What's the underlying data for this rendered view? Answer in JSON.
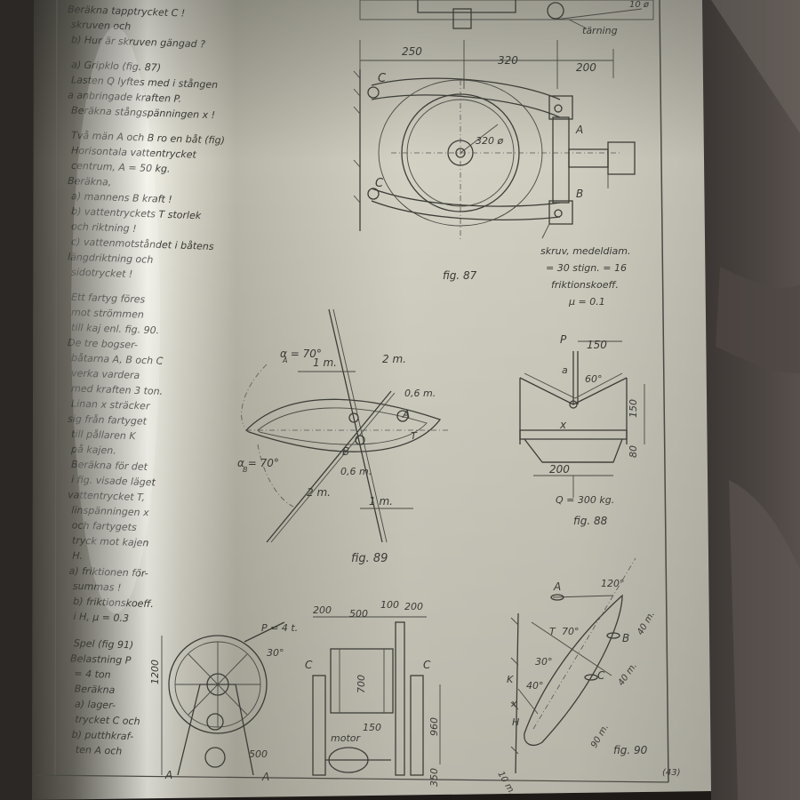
{
  "photo": {
    "subject": "Photograph of an open book page with hand-lettered Swedish engineering mechanics exercises and technical drawings"
  },
  "left_text": {
    "lines": [
      "Beräkna tapptrycket C !",
      "skruven och",
      "b) Hur är skruven gängad ?",
      "a) Gripklo (fig. 87)",
      "Lasten Q lyftes med i stången",
      "a anbringade kraften P.",
      "Beräkna stångspänningen x !",
      "Två män A och B ro en båt (fig)",
      "Horisontala vattentrycket",
      "centrum,        A = 50 kg.",
      "Beräkna,",
      "a) mannens B kraft !",
      "b) vattentryckets T storlek",
      "och riktning !",
      "c) vattenmotståndet i båtens",
      "längdriktning och",
      "sidotrycket !",
      "Ett fartyg föres",
      "mot strömmen",
      "till kaj enl. fig. 90.",
      "De tre bogser-",
      "båtarna A, B och C",
      "verka vardera",
      "med kraften 3 ton.",
      "Linan x sträcker",
      "sig från fartyget",
      "till pållaren K",
      "på kajen.",
      "Beräkna för det",
      "i fig. visade läget",
      "vattentrycket T,",
      "linspänningen x",
      "och fartygets",
      "tryck mot kajen",
      "H.",
      "a) friktionen för-",
      "summas !",
      "b) friktionskoeff.",
      "i H, μ = 0.3",
      "Spel (fig 91)",
      "Belastning P",
      "= 4 ton",
      "Beräkna",
      "a) lager-",
      "trycket C och",
      "b) putthkraf-",
      "ten A och"
    ]
  },
  "fig87": {
    "caption": "fig. 87",
    "dim_250": "250",
    "dim_320": "320",
    "dim_200": "200",
    "radius": "320 ø",
    "label_c_top": "C",
    "label_c_bottom": "C",
    "label_a": "A",
    "label_b": "B",
    "label_tarning": "tärning",
    "top_right": "10 ø",
    "note_1": "skruv, medeldiam.",
    "note_2": "= 30   stign. = 16",
    "note_3": "friktionskoeff.",
    "note_4": "μ = 0.1"
  },
  "fig88": {
    "caption": "fig. 88",
    "label_p": "P",
    "dim_150_top": "150",
    "angle_60": "60°",
    "label_a": "a",
    "dim_150_side": "150",
    "label_x": "x",
    "dim_80": "80",
    "dim_200": "200",
    "load": "Q = 300 kg."
  },
  "fig89": {
    "caption": "fig. 89",
    "alpha_a": "α = 70°",
    "alpha_b": "α = 70°",
    "sub_a": "A",
    "sub_b": "B",
    "dim_1m_top": "1 m.",
    "dim_2m_top": "2 m.",
    "dim_06_top": "0,6 m.",
    "dim_06_bottom": "0,6 m.",
    "dim_2m_bottom": "2 m.",
    "dim_1m_bottom": "1 m.",
    "label_a": "A",
    "label_b": "B",
    "label_t": "T"
  },
  "fig90": {
    "caption": "fig. 90",
    "label_a": "A",
    "label_b": "B",
    "label_c": "C",
    "label_k": "K",
    "label_h": "H",
    "label_x": "x",
    "label_t": "T",
    "angle_120": "120°",
    "angle_70": "70°",
    "angle_30": "30°",
    "angle_40": "40°",
    "dim_40m_a": "40 m.",
    "dim_40m_b": "40 m.",
    "dim_90m": "90 m.",
    "dim_10m": "10 m."
  },
  "fig91": {
    "dim_200_left": "200",
    "dim_500": "500",
    "dim_100": "100",
    "dim_200_right": "200",
    "force": "P = 4 t.",
    "angle_30": "30°",
    "dim_1200": "1200",
    "dim_700": "700",
    "dim_150": "150",
    "dim_960": "960",
    "dim_350": "350",
    "dim_500_low": "500",
    "label_c_left": "C",
    "label_c_right": "C",
    "label_motor": "motor",
    "label_a_left": "A",
    "label_a_right": "A"
  },
  "page_number": "(43)"
}
